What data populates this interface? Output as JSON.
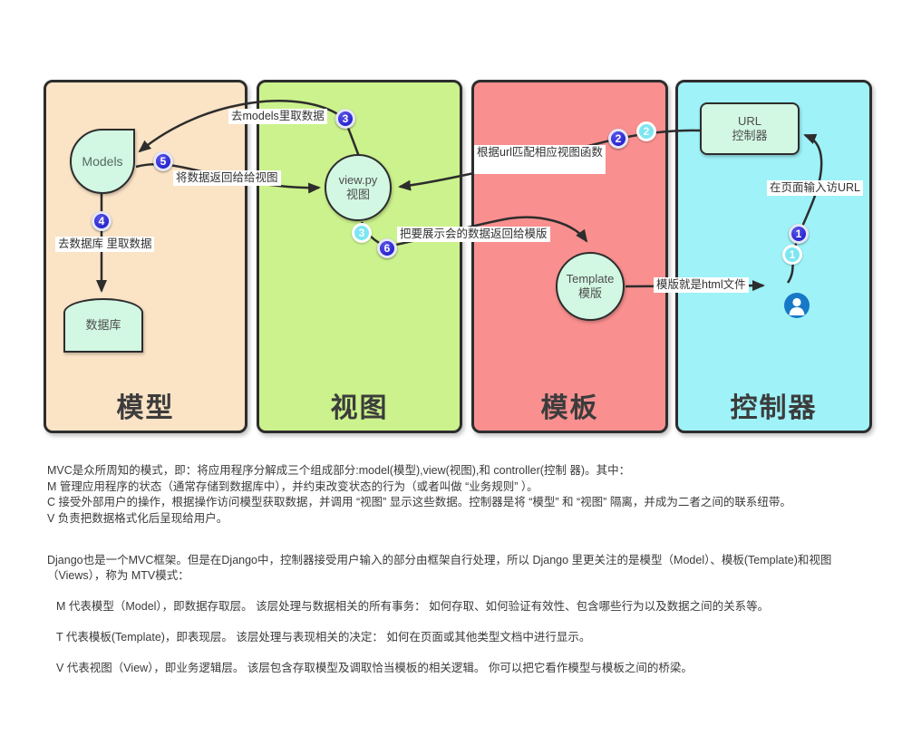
{
  "diagram": {
    "panels": [
      {
        "title": "模型"
      },
      {
        "title": "视图"
      },
      {
        "title": "模板"
      },
      {
        "title": "控制器"
      }
    ],
    "nodes": {
      "models": "Models",
      "database": "数据库",
      "view_line1": "view.py",
      "view_line2": "视图",
      "template_line1": "Template",
      "template_line2": "模版",
      "url_line1": "URL",
      "url_line2": "控制器"
    },
    "badges": {
      "step1": "1",
      "step2": "2",
      "step3": "3",
      "step4": "4",
      "step5": "5",
      "step6": "6",
      "ghost1": "1",
      "ghost2": "2",
      "ghost3": "3"
    },
    "labels": {
      "step1": "在页面输入访URL",
      "step2": "根据url匹配相应视图函数",
      "step3": "去models里取数据",
      "step4": "去数据库 里取数据",
      "step5": "将数据返回给给视图",
      "step6": "把要展示会的数据返回给模版",
      "template_note": "模版就是html文件"
    },
    "colors": {
      "model_panel": "#fbe3c5",
      "view_panel": "#cbf28c",
      "template_panel": "#f98f8f",
      "controller_panel": "#9ef2f8",
      "node_fill": "#d2f7e3",
      "badge_blue": "#1512c4",
      "badge_cyan": "#7de6f1",
      "user_blue": "#1778c8",
      "line": "#2d2d2d"
    }
  },
  "text": {
    "mvc_intro": "MVC是众所周知的模式，即：将应用程序分解成三个组成部分:model(模型),view(视图),和 controller(控制 器)。其中：",
    "mvc_m": "M 管理应用程序的状态（通常存储到数据库中），并约束改变状态的行为（或者叫做 “业务规则” ）。",
    "mvc_c": "C 接受外部用户的操作，根据操作访问模型获取数据，并调用 “视图” 显示这些数据。控制器是将 “模型” 和 “视图” 隔离，并成为二者之间的联系纽带。",
    "mvc_v": "V 负责把数据格式化后呈现给用户。",
    "django_intro": "Django也是一个MVC框架。但是在Django中，控制器接受用户输入的部分由框架自行处理，所以 Django 里更关注的是模型（Model）、模板(Template)和视图（Views），称为 MTV模式：",
    "django_m": "M 代表模型（Model），即数据存取层。 该层处理与数据相关的所有事务： 如何存取、如何验证有效性、包含哪些行为以及数据之间的关系等。",
    "django_t": "T 代表模板(Template)，即表现层。 该层处理与表现相关的决定： 如何在页面或其他类型文档中进行显示。",
    "django_v": "V 代表视图（View），即业务逻辑层。 该层包含存取模型及调取恰当模板的相关逻辑。 你可以把它看作模型与模板之间的桥梁。"
  }
}
